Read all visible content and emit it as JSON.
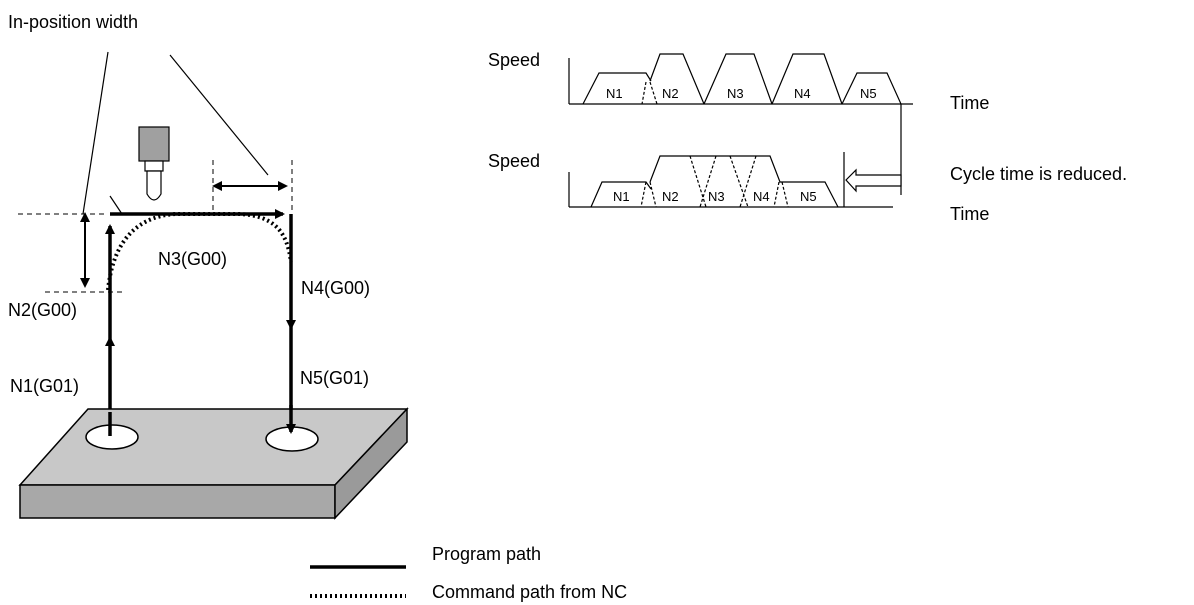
{
  "labels": {
    "in_position_width": "In-position width",
    "n1": "N1(G01)",
    "n2": "N2(G00)",
    "n3": "N3(G00)",
    "n4": "N4(G00)",
    "n5": "N5(G01)"
  },
  "timing": {
    "speed_label": "Speed",
    "time_label": "Time",
    "cycle_note": "Cycle time is reduced.",
    "top_blocks": [
      "N1",
      "N2",
      "N3",
      "N4",
      "N5"
    ],
    "bottom_blocks": [
      "N1",
      "N2",
      "N3",
      "N4",
      "N5"
    ]
  },
  "legend": {
    "program_path": "Program path",
    "command_path": "Command path from NC"
  },
  "colors": {
    "line": "#000000",
    "workpiece_top": "#c8c8c8",
    "workpiece_side": "#9a9a9a",
    "tool_body": "#a0a0a0"
  }
}
